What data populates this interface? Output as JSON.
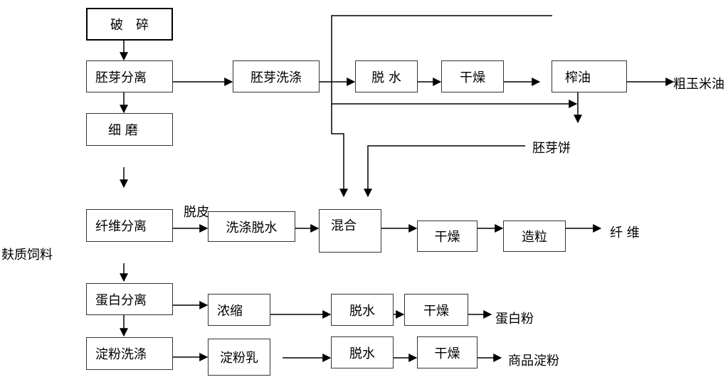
{
  "steps": {
    "crush": "破　碎",
    "germ_separation": "胚芽分离",
    "germ_wash": "胚芽洗涤",
    "germ_dewater": "脱 水",
    "germ_dry": "干燥",
    "oil_press": "榨油",
    "fine_grind": "细 磨",
    "fiber_separation": "纤维分离",
    "wash_dewater": "洗涤脱水",
    "mix": "混合",
    "fiber_dry": "干燥",
    "granulate": "造粒",
    "protein_separation": "蛋白分离",
    "concentrate": "浓缩",
    "protein_dewater": "脱水",
    "protein_dry": "干燥",
    "starch_wash": "淀粉洗涤",
    "starch_milk": "淀粉乳",
    "starch_dewater": "脱水",
    "starch_dry": "干燥"
  },
  "labels": {
    "crude_oil": "粗玉米油",
    "germ_cake": "胚芽饼",
    "peel": "脱皮",
    "fiber": "纤 维",
    "bran_feed": "麸质饲料",
    "protein_powder": "蛋白粉",
    "starch_product": "商品淀粉"
  }
}
